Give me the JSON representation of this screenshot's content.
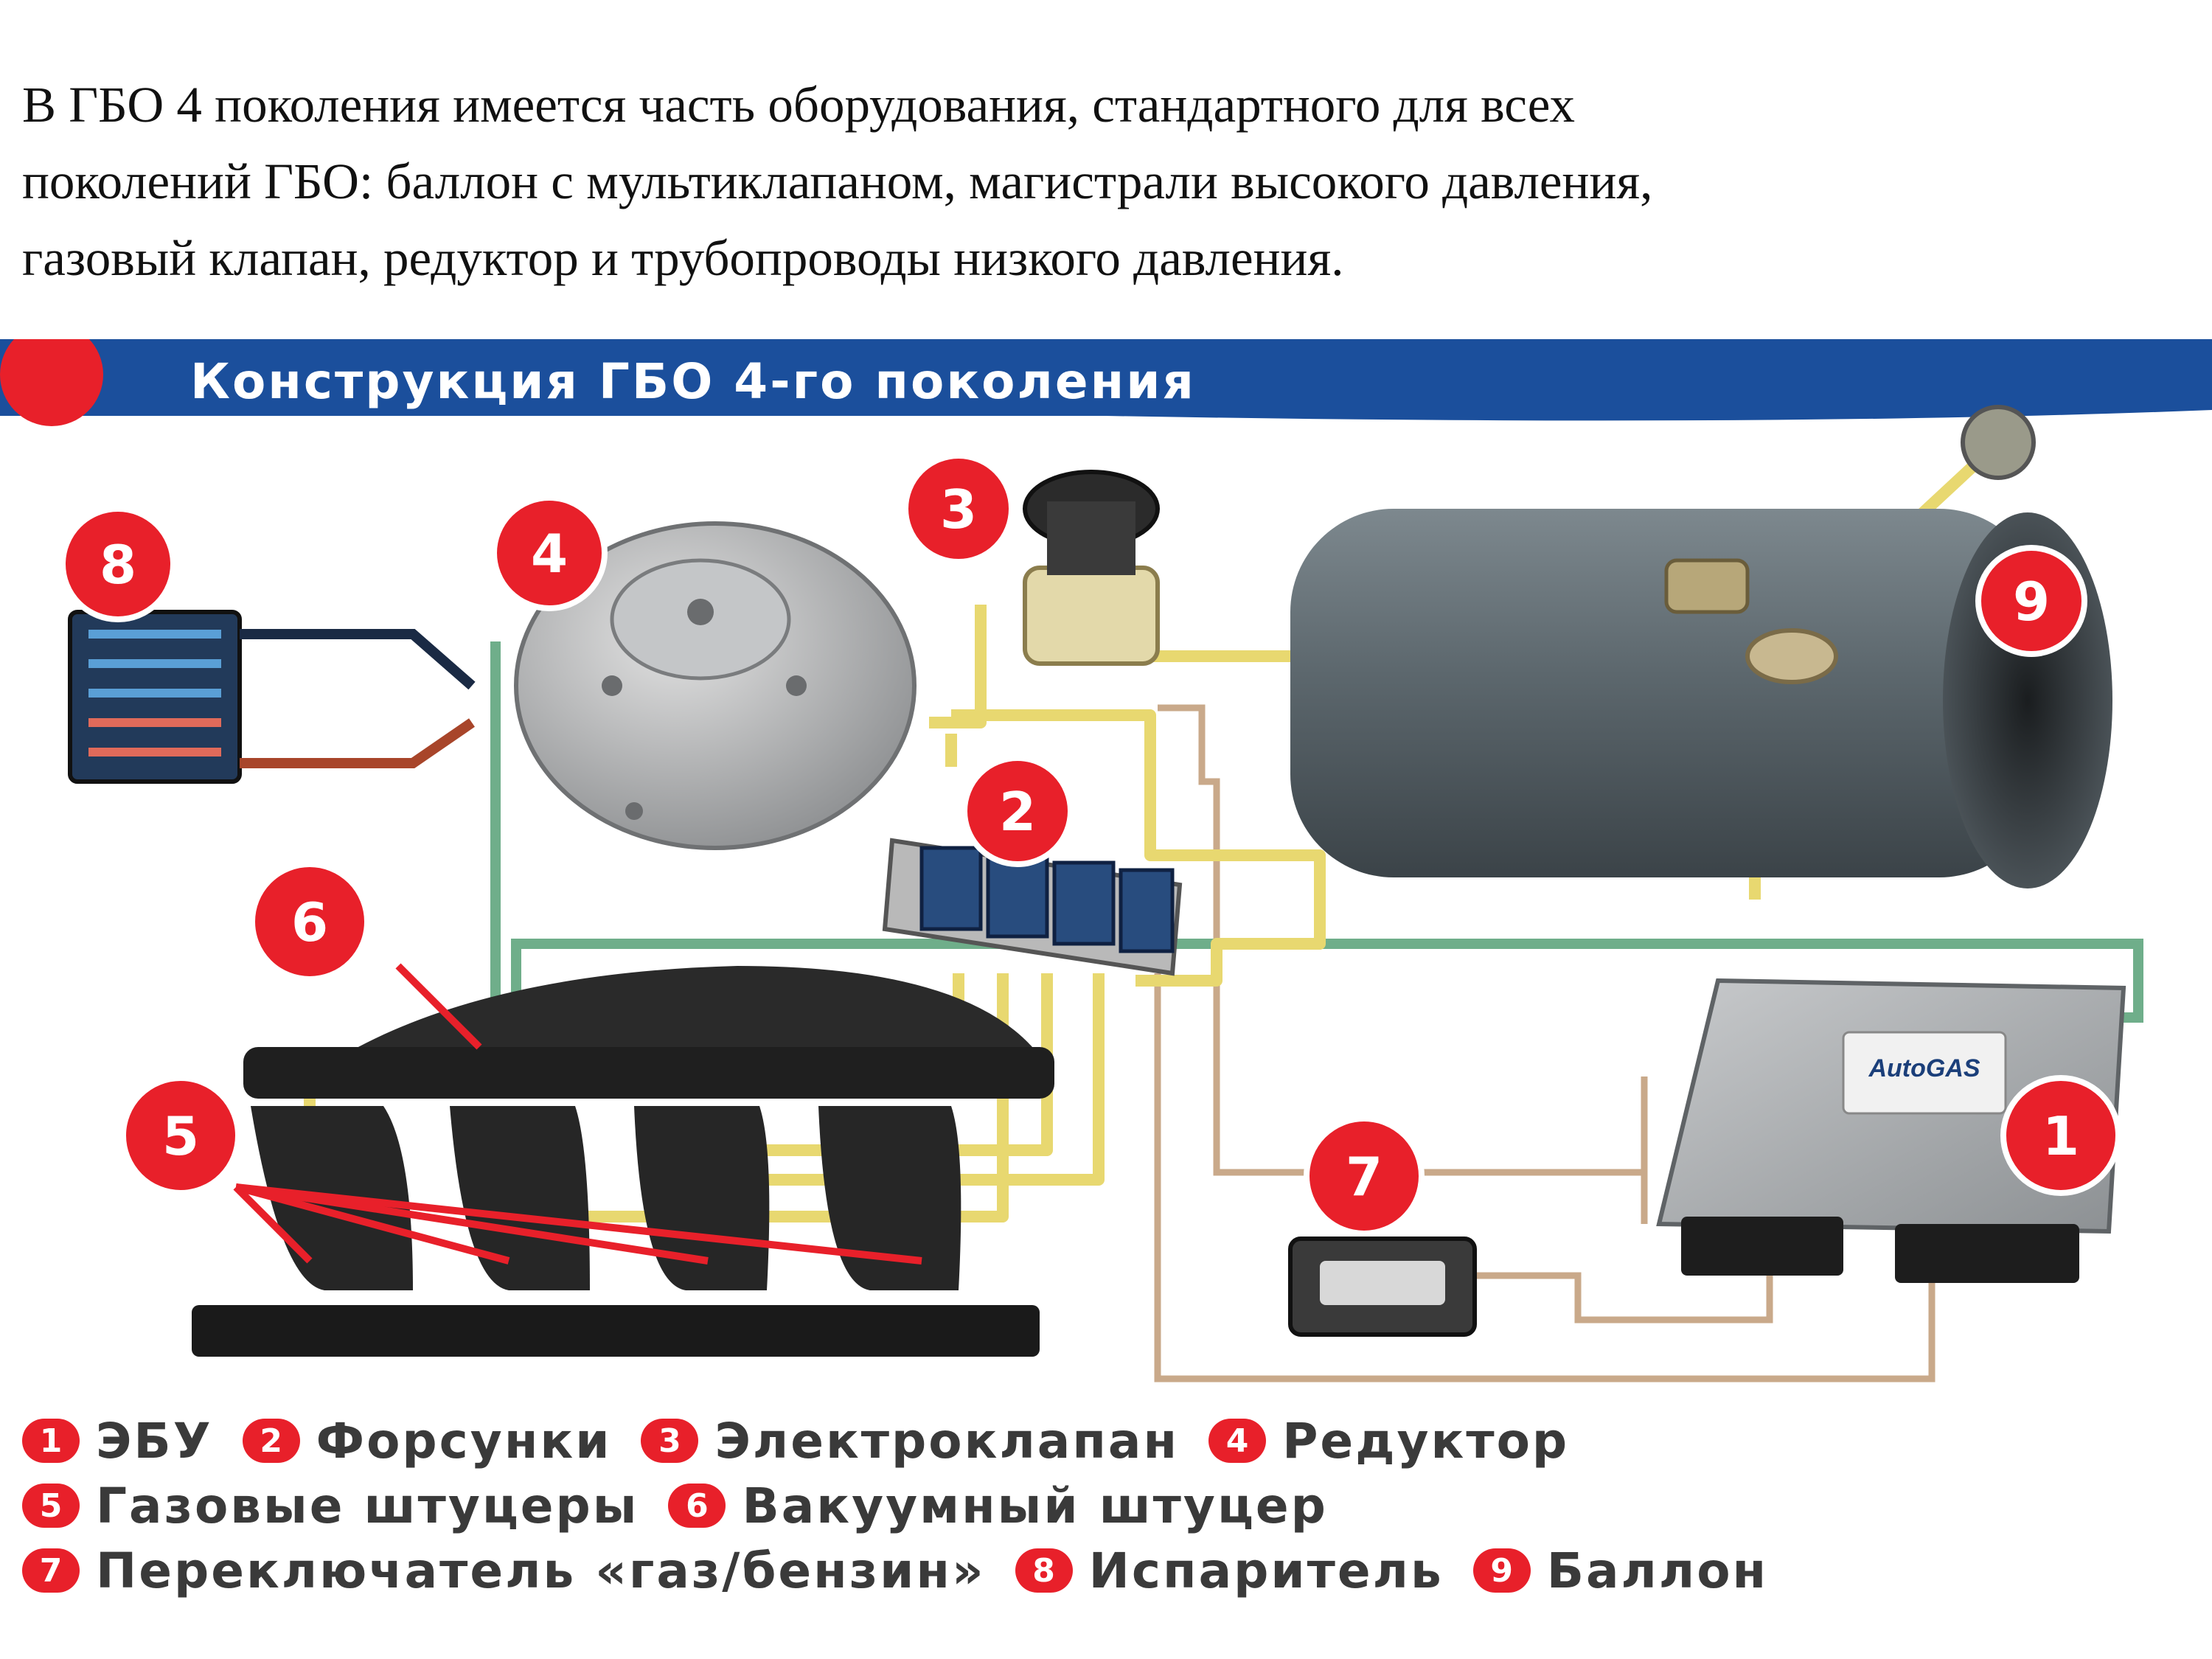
{
  "intro": {
    "lines": [
      "В ГБО 4 поколения имеется часть оборудования, стандартного для всех",
      "поколений ГБО: баллон с мультиклапаном, магистрали высокого давления,",
      "газовый клапан, редуктор и трубопроводы низкого давления."
    ]
  },
  "diagram": {
    "title": "Конструкция ГБО 4-го поколения",
    "colors": {
      "banner": "#1b4f9c",
      "badge": "#e8202a",
      "gas_line": "#e8d870",
      "signal_line": "#6fae8a",
      "tank": "#5a656b"
    },
    "ecu_label": "AutoGAS",
    "badges": [
      "1",
      "2",
      "3",
      "4",
      "5",
      "6",
      "7",
      "8",
      "9"
    ],
    "legend": [
      [
        {
          "num": "1",
          "label": "ЭБУ"
        },
        {
          "num": "2",
          "label": "Форсунки"
        },
        {
          "num": "3",
          "label": "Электроклапан"
        },
        {
          "num": "4",
          "label": "Редуктор"
        }
      ],
      [
        {
          "num": "5",
          "label": "Газовые штуцеры"
        },
        {
          "num": "6",
          "label": "Вакуумный штуцер"
        }
      ],
      [
        {
          "num": "7",
          "label": "Переключатель «газ/бензин»"
        },
        {
          "num": "8",
          "label": "Испаритель"
        },
        {
          "num": "9",
          "label": "Баллон"
        }
      ]
    ]
  }
}
